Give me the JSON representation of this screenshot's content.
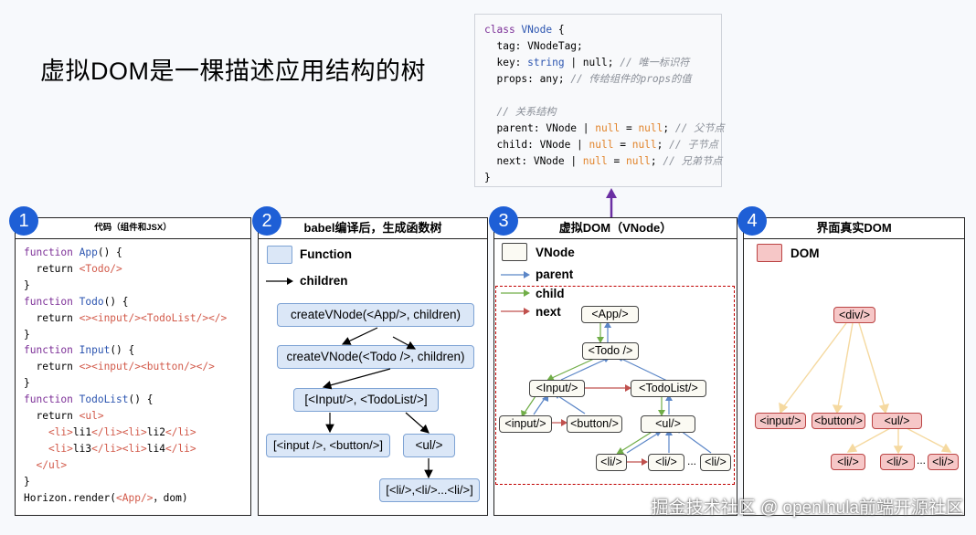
{
  "title": "虚拟DOM是一棵描述应用结构的树",
  "code_card": {
    "lines": [
      [
        [
          "class ",
          "kw"
        ],
        [
          "VNode",
          "blue"
        ],
        [
          " {",
          ""
        ]
      ],
      [
        [
          "  tag: ",
          ""
        ],
        [
          "VNodeTag",
          ""
        ],
        [
          ";",
          ""
        ]
      ],
      [
        [
          "  key: ",
          ""
        ],
        [
          "string",
          "blue"
        ],
        [
          " | null; ",
          ""
        ],
        [
          "// 唯一标识符",
          "cm"
        ]
      ],
      [
        [
          "  props: ",
          ""
        ],
        [
          "any; ",
          ""
        ],
        [
          "// 传给组件的props的值",
          "cm"
        ]
      ],
      [
        [
          "",
          ""
        ]
      ],
      [
        [
          "  ",
          ""
        ],
        [
          "// 关系结构",
          "cm"
        ]
      ],
      [
        [
          "  parent: ",
          ""
        ],
        [
          "VNode",
          ""
        ],
        [
          " | ",
          ""
        ],
        [
          "null",
          "orange"
        ],
        [
          " = ",
          ""
        ],
        [
          "null",
          "orange"
        ],
        [
          "; ",
          ""
        ],
        [
          "// 父节点",
          "cm"
        ]
      ],
      [
        [
          "  child: ",
          ""
        ],
        [
          "VNode",
          ""
        ],
        [
          " | ",
          ""
        ],
        [
          "null",
          "orange"
        ],
        [
          " = ",
          ""
        ],
        [
          "null",
          "orange"
        ],
        [
          "; ",
          ""
        ],
        [
          "// 子节点",
          "cm"
        ]
      ],
      [
        [
          "  next: ",
          ""
        ],
        [
          "VNode",
          ""
        ],
        [
          " | ",
          ""
        ],
        [
          "null",
          "orange"
        ],
        [
          " = ",
          ""
        ],
        [
          "null",
          "orange"
        ],
        [
          "; ",
          ""
        ],
        [
          "// 兄弟节点",
          "cm"
        ]
      ],
      [
        [
          "}",
          ""
        ]
      ]
    ]
  },
  "panels": [
    {
      "num": "1",
      "title": "代码（组件和JSX）"
    },
    {
      "num": "2",
      "title": "babel编译后，生成函数树"
    },
    {
      "num": "3",
      "title": "虚拟DOM（VNode）"
    },
    {
      "num": "4",
      "title": "界面真实DOM"
    }
  ],
  "panel1_code": [
    [
      [
        "function ",
        "kw"
      ],
      [
        "App",
        "blue"
      ],
      [
        "() {",
        ""
      ]
    ],
    [
      [
        "  return ",
        ""
      ],
      [
        "<Todo/>",
        "red"
      ]
    ],
    [
      [
        "}",
        ""
      ]
    ],
    [
      [
        "function ",
        "kw"
      ],
      [
        "Todo",
        "blue"
      ],
      [
        "() {",
        ""
      ]
    ],
    [
      [
        "  return ",
        ""
      ],
      [
        "<><input/><TodoList/></>",
        "red"
      ]
    ],
    [
      [
        "}",
        ""
      ]
    ],
    [
      [
        "function ",
        "kw"
      ],
      [
        "Input",
        "blue"
      ],
      [
        "() {",
        ""
      ]
    ],
    [
      [
        "  return ",
        ""
      ],
      [
        "<><input/><button/></>",
        "red"
      ]
    ],
    [
      [
        "}",
        ""
      ]
    ],
    [
      [
        "function ",
        "kw"
      ],
      [
        "TodoList",
        "blue"
      ],
      [
        "() {",
        ""
      ]
    ],
    [
      [
        "  return ",
        ""
      ],
      [
        "<ul>",
        "red"
      ]
    ],
    [
      [
        "    ",
        ""
      ],
      [
        "<li>",
        "red"
      ],
      [
        "li1",
        ""
      ],
      [
        "</li><li>",
        "red"
      ],
      [
        "li2",
        ""
      ],
      [
        "</li>",
        "red"
      ]
    ],
    [
      [
        "    ",
        ""
      ],
      [
        "<li>",
        "red"
      ],
      [
        "li3",
        ""
      ],
      [
        "</li><li>",
        "red"
      ],
      [
        "li4",
        ""
      ],
      [
        "</li>",
        "red"
      ]
    ],
    [
      [
        "  ",
        ""
      ],
      [
        "</ul>",
        "red"
      ]
    ],
    [
      [
        "}",
        ""
      ]
    ],
    [
      [
        "Horizon.render(",
        ""
      ],
      [
        "<App/>",
        "red"
      ],
      [
        "，dom)",
        ""
      ]
    ]
  ],
  "panel2": {
    "legend_function": "Function",
    "legend_children": "children",
    "nodes": [
      "createVNode(<App/>, children)",
      "createVNode(<Todo />, children)",
      "[<Input/>, <TodoList/>]",
      "[<input />, <button/>]",
      "<ul/>",
      "[<li/>,<li/>...<li/>]"
    ]
  },
  "panel3": {
    "legend_vnode": "VNode",
    "legend_parent": "parent",
    "legend_child": "child",
    "legend_next": "next",
    "nodes": [
      "<App/>",
      "<Todo />",
      "<Input/>",
      "<TodoList/>",
      "<input/>",
      "<button/>",
      "<ul/>",
      "<li/>",
      "<li/>",
      "<li/>"
    ],
    "ellipsis": "...",
    "colors": {
      "parent": "#5b86c7",
      "child": "#70ad47",
      "next": "#c0504d",
      "up_arrow": "#6b2fa3",
      "dashed": "#c00000"
    }
  },
  "panel4": {
    "legend_dom": "DOM",
    "nodes": [
      "<div/>",
      "<input/>",
      "<button/>",
      "<ul/>",
      "<li/>",
      "<li/>",
      "<li/>"
    ],
    "ellipsis": "...",
    "line_color": "#f5d9a0"
  },
  "watermark": "掘金技术社区 @ openInula前端开源社区"
}
